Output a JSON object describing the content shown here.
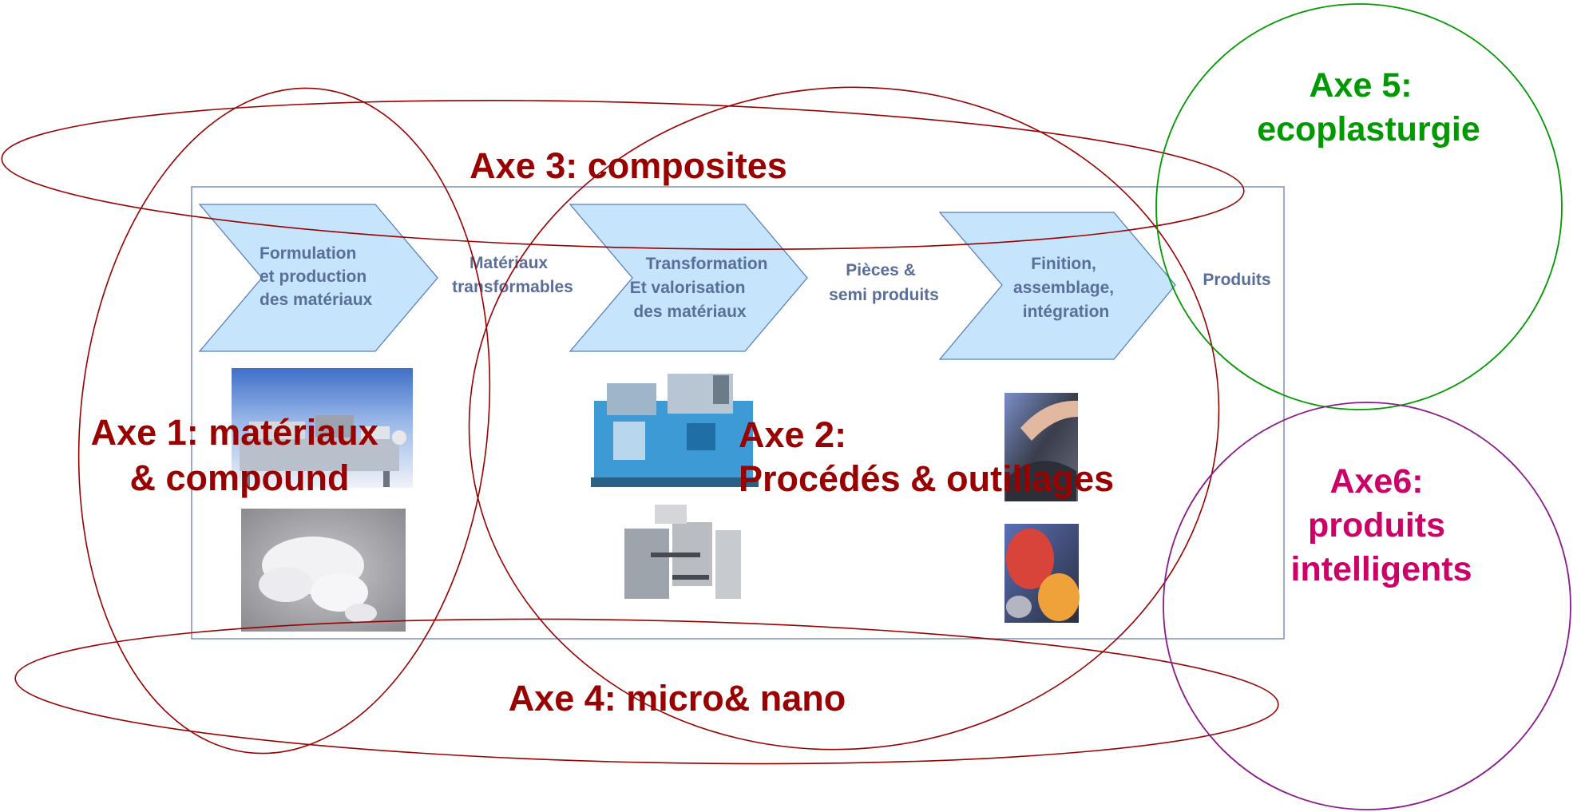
{
  "process_stages": [
    {
      "lines": [
        "Formulation",
        "et production",
        "des matériaux"
      ]
    },
    {
      "lines": [
        "Transformation",
        "Et valorisation",
        "des matériaux"
      ]
    },
    {
      "lines": [
        "Finition,",
        "assemblage,",
        "intégration"
      ]
    }
  ],
  "intermediate_outputs": [
    {
      "lines": [
        "Matériaux",
        "transformables"
      ]
    },
    {
      "lines": [
        "Pièces &",
        "semi produits"
      ]
    },
    {
      "lines": [
        "Produits"
      ]
    }
  ],
  "axes": {
    "axe1": {
      "lines": [
        "Axe 1: matériaux",
        "& compound"
      ]
    },
    "axe2": {
      "lines": [
        "Axe 2:",
        "Procédés & outillages"
      ]
    },
    "axe3": {
      "lines": [
        "Axe 3: composites"
      ]
    },
    "axe4": {
      "lines": [
        "Axe 4: micro& nano"
      ]
    },
    "axe5": {
      "lines": [
        "Axe 5:",
        "ecoplasturgie"
      ]
    },
    "axe6": {
      "lines": [
        "Axe6:",
        "produits",
        "intelligents"
      ]
    }
  },
  "colors": {
    "chevron_fill": "#c6e4fb",
    "chevron_stroke": "#5a7fc0",
    "process_text": "#5a6e9c",
    "axe_red": "#990000",
    "axe_green": "#009900",
    "axe_magenta": "#cc0066",
    "axe6_circle": "#8a1a8a",
    "frame": "#7a8fc0"
  },
  "photos": [
    {
      "icon": "extruder-machine-photo"
    },
    {
      "icon": "plastic-pellets-photo"
    },
    {
      "icon": "injection-press-photo"
    },
    {
      "icon": "mold-tool-photo"
    },
    {
      "icon": "hand-on-surface-photo"
    },
    {
      "icon": "paint-cans-photo"
    }
  ]
}
